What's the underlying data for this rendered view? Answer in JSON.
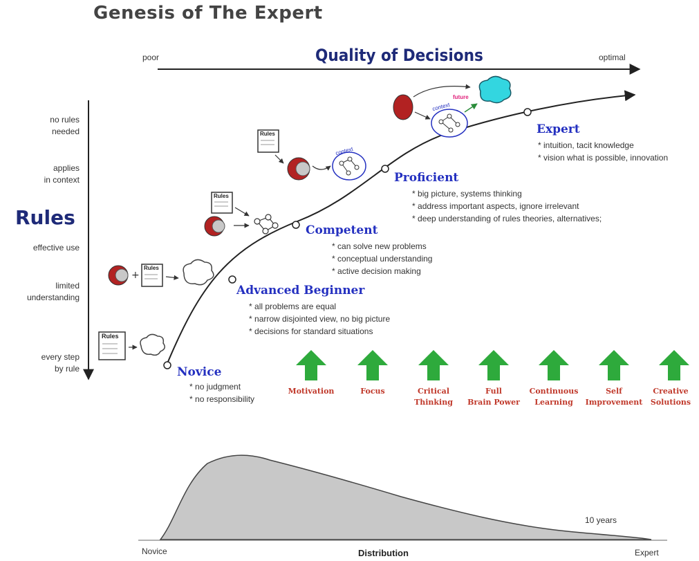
{
  "title": "Genesis of The Expert",
  "quality_axis": {
    "label": "Quality of Decisions",
    "left": "poor",
    "right": "optimal"
  },
  "rules_axis": {
    "label": "Rules",
    "levels": [
      "no rules\nneeded",
      "applies\nin context",
      "effective use",
      "limited\nunderstanding",
      "every step\nby rule"
    ]
  },
  "stages": [
    {
      "name": "Novice",
      "bullets": [
        "no judgment",
        "no responsibility"
      ]
    },
    {
      "name": "Advanced Beginner",
      "bullets": [
        "all problems are equal",
        "narrow disjointed view, no big picture",
        "decisions for standard situations"
      ]
    },
    {
      "name": "Competent",
      "bullets": [
        "can solve new problems",
        "conceptual understanding",
        "active decision making"
      ]
    },
    {
      "name": "Proficient",
      "bullets": [
        "big picture, systems thinking",
        "address important aspects, ignore irrelevant",
        "deep understanding of rules theories, alternatives;"
      ]
    },
    {
      "name": "Expert",
      "bullets": [
        "intuition, tacit knowledge",
        "vision what is possible, innovation"
      ]
    }
  ],
  "icons": {
    "rules_card": "Rules",
    "context_tag": "context",
    "future_tag": "future"
  },
  "factors": [
    "Motivation",
    "Focus",
    "Critical\nThinking",
    "Full\nBrain Power",
    "Continuous\nLearning",
    "Self\nImprovement",
    "Creative\nSolutions"
  ],
  "distribution": {
    "label": "Distribution",
    "left": "Novice",
    "right": "Expert",
    "note": "10 years"
  },
  "colors": {
    "title": "#444444",
    "axis_label": "#1e2a78",
    "stage": "#2430c0",
    "factor": "#c0392b",
    "arrow": "#2eaa3c",
    "fill": "#c8c8c8"
  }
}
